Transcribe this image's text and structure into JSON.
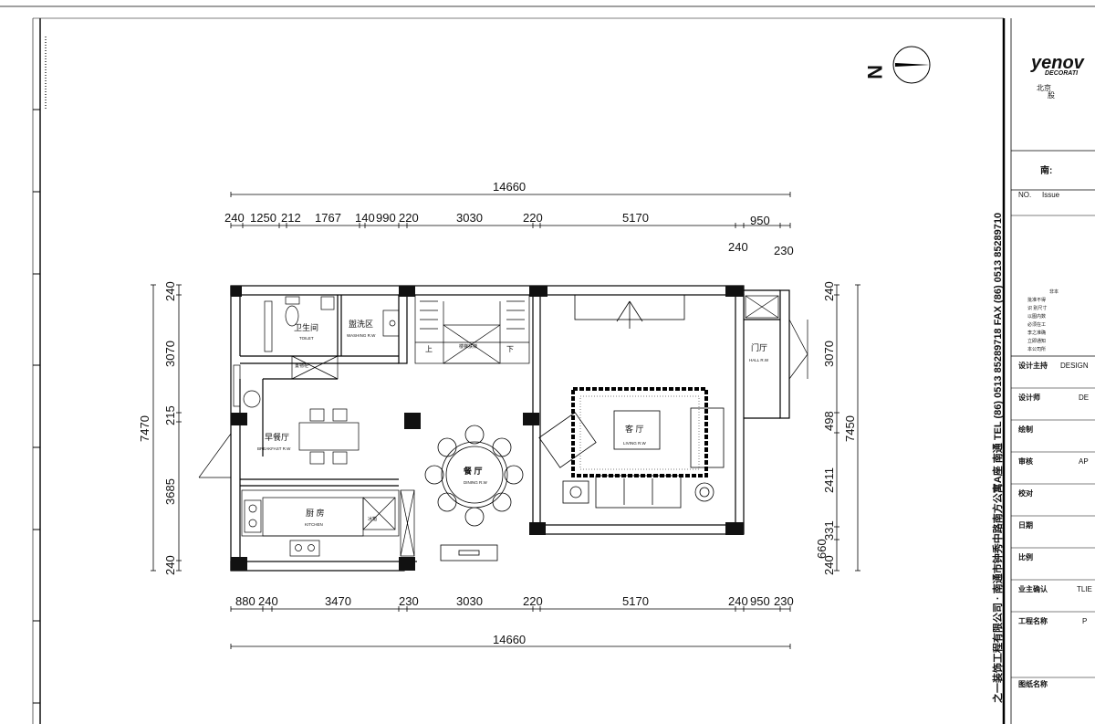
{
  "dimensions": {
    "top_total": "14660",
    "top_segments": [
      "240",
      "1250",
      "212",
      "1767",
      "140",
      "990",
      "220",
      "3030",
      "220",
      "5170",
      "950"
    ],
    "top_sub": [
      "240",
      "230"
    ],
    "bottom_segments": [
      "880",
      "240",
      "3470",
      "230",
      "3030",
      "220",
      "5170",
      "240",
      "950",
      "230"
    ],
    "bottom_total": "14660",
    "left_total": "7470",
    "left_segments": [
      "240",
      "3070",
      "215",
      "3685",
      "240"
    ],
    "right_total": "7450",
    "right_segments": [
      "240",
      "3070",
      "498",
      "2411",
      "331",
      "240"
    ],
    "right_extra": "660"
  },
  "rooms": {
    "toilet": {
      "cn": "卫生间",
      "en": "TOILET"
    },
    "washing": {
      "cn": "盥洗区",
      "en": "WASHING R.W"
    },
    "breakfast": {
      "cn": "早餐厅",
      "en": "BREAKFAST R.W"
    },
    "kitchen": {
      "cn": "厨 房",
      "en": "KITCHEN"
    },
    "dining": {
      "cn": "餐 厅",
      "en": "DINING R.W"
    },
    "living": {
      "cn": "客 厅",
      "en": "LIVING R.W"
    },
    "hall": {
      "cn": "门厅",
      "en": "HALL R.W"
    },
    "stair_up": "上",
    "stair_down": "下",
    "stair_label": "楼梯扶梯",
    "fridge": "冰箱",
    "cabinet": "置物柜"
  },
  "compass": {
    "label": "N"
  },
  "title_block": {
    "logo": "yenov",
    "logo_sub": "DECORATI",
    "company_line1": "北京",
    "company_line2": "股",
    "heading": "南:",
    "issue_no": "NO.",
    "issue_label": "Issue",
    "notes": [
      "非本",
      "批准不得",
      "识 别尺寸",
      "以图内数",
      "必须在工",
      "李之准确",
      "立即通知",
      "本公司所"
    ],
    "rows": [
      {
        "label": "设计主持",
        "value": "DESIGN"
      },
      {
        "label": "设计师",
        "value": "DE"
      },
      {
        "label": "绘制",
        "value": ""
      },
      {
        "label": "审核",
        "value": "AP"
      },
      {
        "label": "校对",
        "value": ""
      },
      {
        "label": "日期",
        "value": ""
      },
      {
        "label": "比例",
        "value": ""
      },
      {
        "label": "业主确认",
        "value": "TLIE"
      },
      {
        "label": "工程名称",
        "value": "P"
      },
      {
        "label": "图纸名称",
        "value": ""
      }
    ],
    "vertical_text": "之一装饰工程有限公司 · 南通市钟秀中路南方公寓A座   南通   TEL (86) 0513 85289718   FAX (86) 0513 85289710"
  }
}
